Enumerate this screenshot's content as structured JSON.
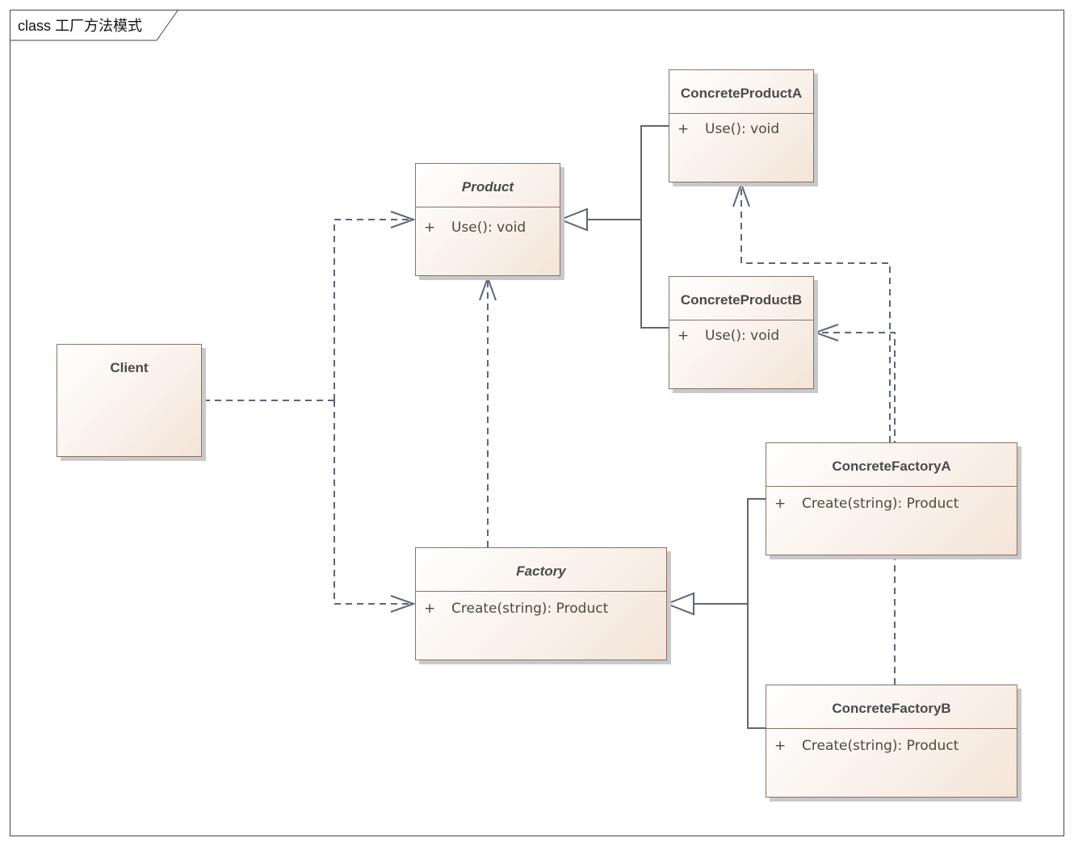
{
  "diagram": {
    "title": "class 工厂方法模式"
  },
  "classes": {
    "product": {
      "name": "Product",
      "op_vis": "+",
      "op_sig": "Use(): void"
    },
    "concrete_product_a": {
      "name": "ConcreteProductA",
      "op_vis": "+",
      "op_sig": "Use(): void"
    },
    "concrete_product_b": {
      "name": "ConcreteProductB",
      "op_vis": "+",
      "op_sig": "Use(): void"
    },
    "client": {
      "name": "Client"
    },
    "factory": {
      "name": "Factory",
      "op_vis": "+",
      "op_sig": "Create(string): Product"
    },
    "concrete_factory_a": {
      "name": "ConcreteFactoryA",
      "op_vis": "+",
      "op_sig": "Create(string): Product"
    },
    "concrete_factory_b": {
      "name": "ConcreteFactoryB",
      "op_vis": "+",
      "op_sig": "Create(string): Product"
    }
  },
  "relationships": [
    {
      "type": "generalization",
      "from": "ConcreteProductA",
      "to": "Product"
    },
    {
      "type": "generalization",
      "from": "ConcreteProductB",
      "to": "Product"
    },
    {
      "type": "generalization",
      "from": "ConcreteFactoryA",
      "to": "Factory"
    },
    {
      "type": "generalization",
      "from": "ConcreteFactoryB",
      "to": "Factory"
    },
    {
      "type": "dependency",
      "from": "Client",
      "to": "Product"
    },
    {
      "type": "dependency",
      "from": "Client",
      "to": "Factory"
    },
    {
      "type": "dependency",
      "from": "Factory",
      "to": "Product"
    },
    {
      "type": "dependency",
      "from": "ConcreteFactoryA",
      "to": "ConcreteProductA"
    },
    {
      "type": "dependency",
      "from": "ConcreteFactoryB",
      "to": "ConcreteProductB"
    }
  ],
  "colors": {
    "connector": "#5f6478",
    "class_border": "#8a7068",
    "class_fill_end": "#f3e4d8"
  }
}
